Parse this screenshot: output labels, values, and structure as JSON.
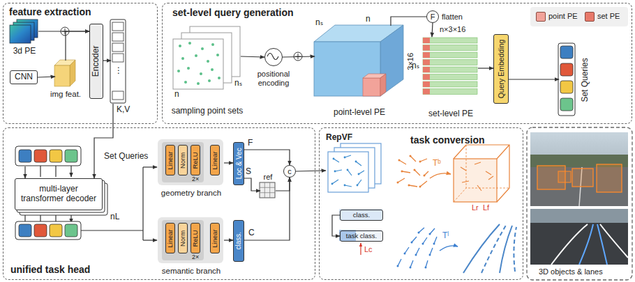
{
  "diagram": {
    "nodes": [
      {
        "text": [
          "feature extraction"
        ]
      },
      {
        "text": [
          "3d PE"
        ],
        "in": 0
      },
      {
        "text": [
          "CNN"
        ],
        "in": 0
      },
      {
        "text": [
          "img feat."
        ],
        "in": 0
      },
      {
        "text": [
          "Encoder"
        ],
        "in": 0
      },
      {
        "text": [
          "K,V"
        ],
        "in": 0
      },
      {
        "text": [
          "set-level query generation"
        ]
      },
      {
        "text": [
          "sampling point sets"
        ],
        "in": 6
      },
      {
        "text": [
          "positional encoding"
        ],
        "in": 6
      },
      {
        "text": [
          "point-level PE"
        ],
        "in": 6
      },
      {
        "text": [
          "F",
          "flatten"
        ],
        "in": 6
      },
      {
        "text": [
          "set-level PE"
        ],
        "in": 6
      },
      {
        "text": [
          "Query Embedding"
        ],
        "in": 6
      },
      {
        "text": [
          "Set Queries"
        ],
        "in": 6
      },
      {
        "text": [
          "unified task head"
        ]
      },
      {
        "text": [
          "Set Queries"
        ],
        "in": 14
      },
      {
        "text": [
          "multi-layer transformer decoder"
        ],
        "in": 14
      },
      {
        "text": [
          "geometry branch"
        ],
        "in": 14
      },
      {
        "text": [
          "Linear"
        ],
        "in": 17
      },
      {
        "text": [
          "Norm"
        ],
        "in": 17
      },
      {
        "text": [
          "ReLU"
        ],
        "in": 17
      },
      {
        "text": [
          "Linear"
        ],
        "in": 17
      },
      {
        "text": [
          "semantic branch"
        ],
        "in": 14
      },
      {
        "text": [
          "Linear"
        ],
        "in": 22
      },
      {
        "text": [
          "Norm"
        ],
        "in": 22
      },
      {
        "text": [
          "ReLU"
        ],
        "in": 22
      },
      {
        "text": [
          "Linear"
        ],
        "in": 22
      },
      {
        "text": [
          "Loc & Vec"
        ],
        "in": 14
      },
      {
        "text": [
          "class."
        ],
        "in": 14
      },
      {
        "text": [
          "ref"
        ],
        "in": 14
      },
      {
        "text": [
          "c"
        ],
        "in": 14
      },
      {
        "text": [
          "task conversion"
        ]
      },
      {
        "text": [
          "RepVF"
        ],
        "in": 31
      },
      {
        "text": [
          "class."
        ],
        "in": 31
      },
      {
        "text": [
          "task class."
        ],
        "in": 31
      }
    ],
    "edges": [
      {
        "from": 1,
        "to": 4,
        "arrow": "to"
      },
      {
        "from": 2,
        "to": 3,
        "arrow": "to"
      },
      {
        "from": 3,
        "to": 4,
        "arrow": "to"
      },
      {
        "from": 4,
        "to": 5,
        "arrow": "to"
      },
      {
        "from": 5,
        "to": 16,
        "arrow": "to"
      },
      {
        "from": 7,
        "to": 8,
        "arrow": "to"
      },
      {
        "from": 8,
        "to": 9,
        "arrow": "to"
      },
      {
        "from": 9,
        "to": 10,
        "arrow": "none"
      },
      {
        "from": 10,
        "to": 11,
        "arrow": "to"
      },
      {
        "from": 11,
        "to": 12,
        "arrow": "to"
      },
      {
        "from": 12,
        "to": 13,
        "arrow": "to"
      },
      {
        "from": 15,
        "to": 16,
        "arrow": "to"
      },
      {
        "from": 17,
        "to": 27,
        "arrow": "to"
      },
      {
        "from": 22,
        "to": 28,
        "arrow": "to"
      },
      {
        "from": 27,
        "to": 30,
        "arrow": "to"
      },
      {
        "from": 27,
        "to": 29,
        "arrow": "to"
      },
      {
        "from": 29,
        "to": 30,
        "arrow": "to"
      },
      {
        "from": 28,
        "to": 30,
        "arrow": "to"
      },
      {
        "from": 30,
        "to": 32,
        "arrow": "to"
      },
      {
        "from": 33,
        "to": 34,
        "arrow": "to"
      }
    ],
    "labels": [
      "⋮",
      "n",
      "nₛ",
      "nₛ",
      "n",
      "3×16",
      "n×3×16",
      "nₛ",
      "nL",
      "2×",
      "2×",
      "F",
      "S",
      "C",
      "Lc",
      "Tᵇ",
      "Tˡ",
      "Lr",
      "Lf",
      "3D objects & lanes"
    ],
    "legend": [
      {
        "text": "point PE",
        "color": "#f2a39a"
      },
      {
        "text": "set PE",
        "color": "#e8796a"
      }
    ]
  }
}
